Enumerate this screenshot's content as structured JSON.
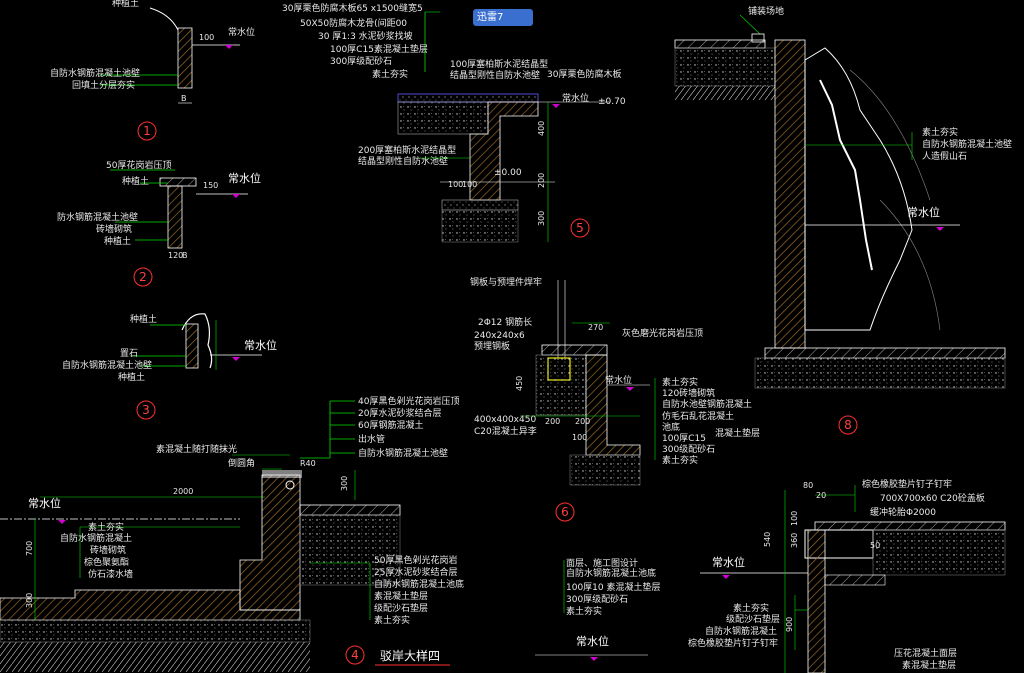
{
  "watermark": "迅雷7",
  "colors": {
    "green": "#00e000",
    "white": "#ffffff",
    "yellow": "#e8e800",
    "magenta": "#d000d0",
    "red": "#ff3030",
    "hatch": "#9a6a2a"
  },
  "detail1": {
    "labels": [
      "种植土",
      "常水位",
      "自防水钢筋混凝土池壁",
      "回填土分层夯实"
    ],
    "dims": [
      "100",
      "B"
    ],
    "number": "1"
  },
  "detail2": {
    "labels": [
      "50厚花岗岩压顶",
      "种植土",
      "常水位",
      "防水钢筋混凝土池壁",
      "砖墙砌筑",
      "种植土"
    ],
    "dims": [
      "150",
      "120",
      "B"
    ],
    "number": "2"
  },
  "detail3": {
    "labels": [
      "种植土",
      "常水位",
      "置石",
      "自防水钢筋混凝土池壁",
      "种植土"
    ],
    "number": "3"
  },
  "detail4": {
    "top_labels": [
      "40厚黑色剁光花岗岩压顶",
      "20厚水泥砂浆结合层",
      "60厚钢筋混凝土",
      "出水管",
      "自防水钢筋混凝土池壁"
    ],
    "mid_labels": [
      "素混凝土随打随抹光",
      "倒圆角"
    ],
    "left_labels": [
      "常水位",
      "素土夯实",
      "自防水钢筋混凝土",
      "砖墙砌筑",
      "棕色聚氨酯",
      "仿石漆水墙"
    ],
    "bottom_labels": [
      "50厚黑色剁光花岗岩",
      "25厚水泥砂浆结合层",
      "自防水钢筋混凝土池底",
      "素混凝土垫层",
      "级配沙石垫层",
      "素土夯实"
    ],
    "dims": [
      "2000",
      "300",
      "300",
      "700",
      "R40"
    ],
    "number": "4",
    "title": "驳岸大样四"
  },
  "detail5": {
    "top_labels": [
      "30厚栗色防腐木板65 x1500缝宽5",
      "50X50防腐木龙骨(间距00",
      "30 厚1:3  水泥砂浆找坡",
      "100厚C15素混凝土垫层",
      "300厚级配砂石",
      "素土夯实"
    ],
    "mid_labels": [
      "100厚塞柏斯水泥结晶型",
      "结晶型刚性自防水池壁",
      "30厚栗色防腐木板"
    ],
    "bottom_labels": [
      "200厚塞柏斯水泥结晶型",
      "结晶型刚性自防水池壁"
    ],
    "level_labels": [
      "常水位",
      "±0.70",
      "±0.00"
    ],
    "dims": [
      "400",
      "200",
      "300",
      "100",
      "100"
    ],
    "number": "5"
  },
  "detail6": {
    "labels": [
      "钢板与预埋件焊牢",
      "2Φ12 钢筋长",
      "240x240x6",
      "预埋钢板",
      "灰色磨光花岗岩压顶",
      "400x400x450",
      "C20混凝土异李",
      "常水位",
      "素土夯实",
      "120砖墙砌筑",
      "自防水池壁钢筋混凝土",
      "仿毛石乱花混凝土",
      "池底",
      "100厚C15",
      "300级配砂石",
      "素土夯实",
      "混凝土垫层"
    ],
    "dims": [
      "270",
      "450",
      "200",
      "200",
      "100"
    ],
    "number": "6"
  },
  "detail7": {
    "labels": [
      "面层、施工图设计",
      "自防水钢筋混凝土池底",
      "100厚10 素混凝土垫层",
      "300厚级配砂石",
      "素土夯实",
      "常水位"
    ]
  },
  "detail8": {
    "top_labels": [
      "铺装场地"
    ],
    "right_labels": [
      "素土夯实",
      "自防水钢筋混凝土池壁",
      "人造假山石"
    ],
    "level_label": "常水位",
    "number": "8"
  },
  "detail9": {
    "labels": [
      "棕色橡胶垫片钉子钉牢",
      "700X700x60  C20砼盖板",
      "缓冲轮胎Φ2000",
      "常水位",
      "素土夯实",
      "级配沙石垫层",
      "自防水钢筋混凝土",
      "棕色橡胶垫片钉子钉牢",
      "压花混凝土面层",
      "素混凝土垫层"
    ],
    "dims": [
      "80",
      "20",
      "100",
      "360",
      "540",
      "50",
      "900"
    ]
  }
}
